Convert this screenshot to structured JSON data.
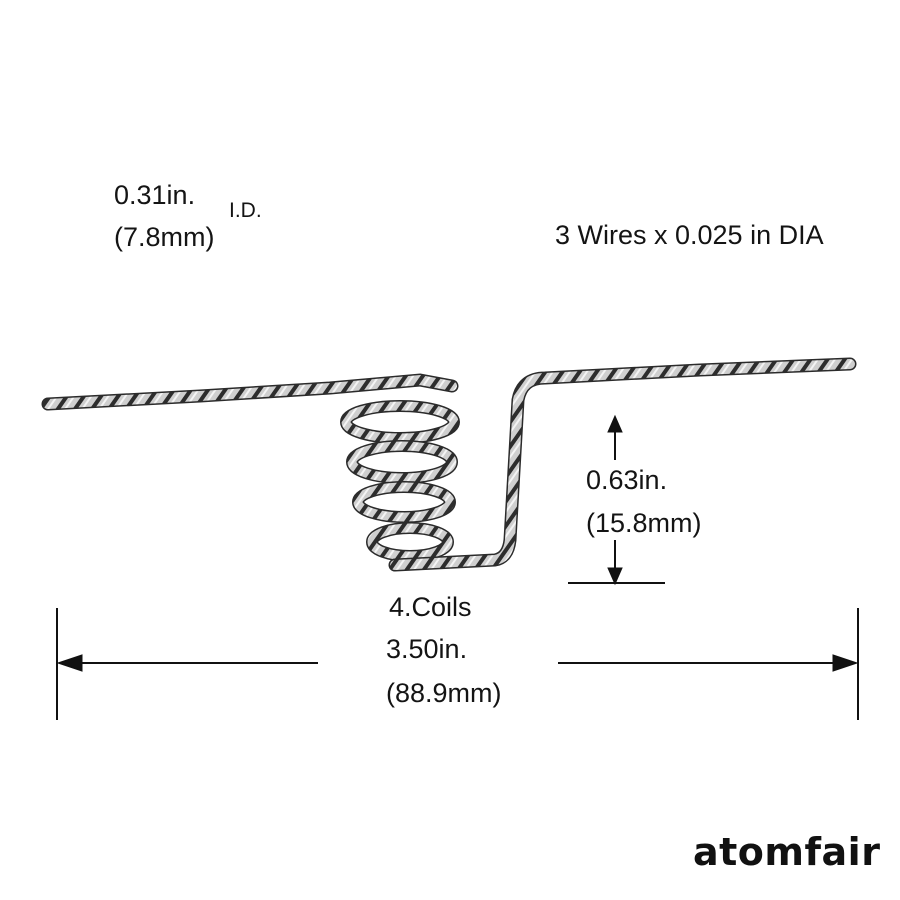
{
  "inner_diameter": {
    "inches": "0.31in.",
    "mm": "(7.8mm)",
    "label": "I.D."
  },
  "wire_spec": "3 Wires x 0.025 in DIA",
  "leg_height": {
    "inches": "0.63in.",
    "mm": "(15.8mm)"
  },
  "coils": "4.Coils",
  "overall_length": {
    "inches": "3.50in.",
    "mm": "(88.9mm)"
  },
  "brand": "atomfair",
  "colors": {
    "wire_light": "#d9d9d9",
    "wire_dark": "#2b2b2b",
    "dimension_lines": "#111111"
  }
}
